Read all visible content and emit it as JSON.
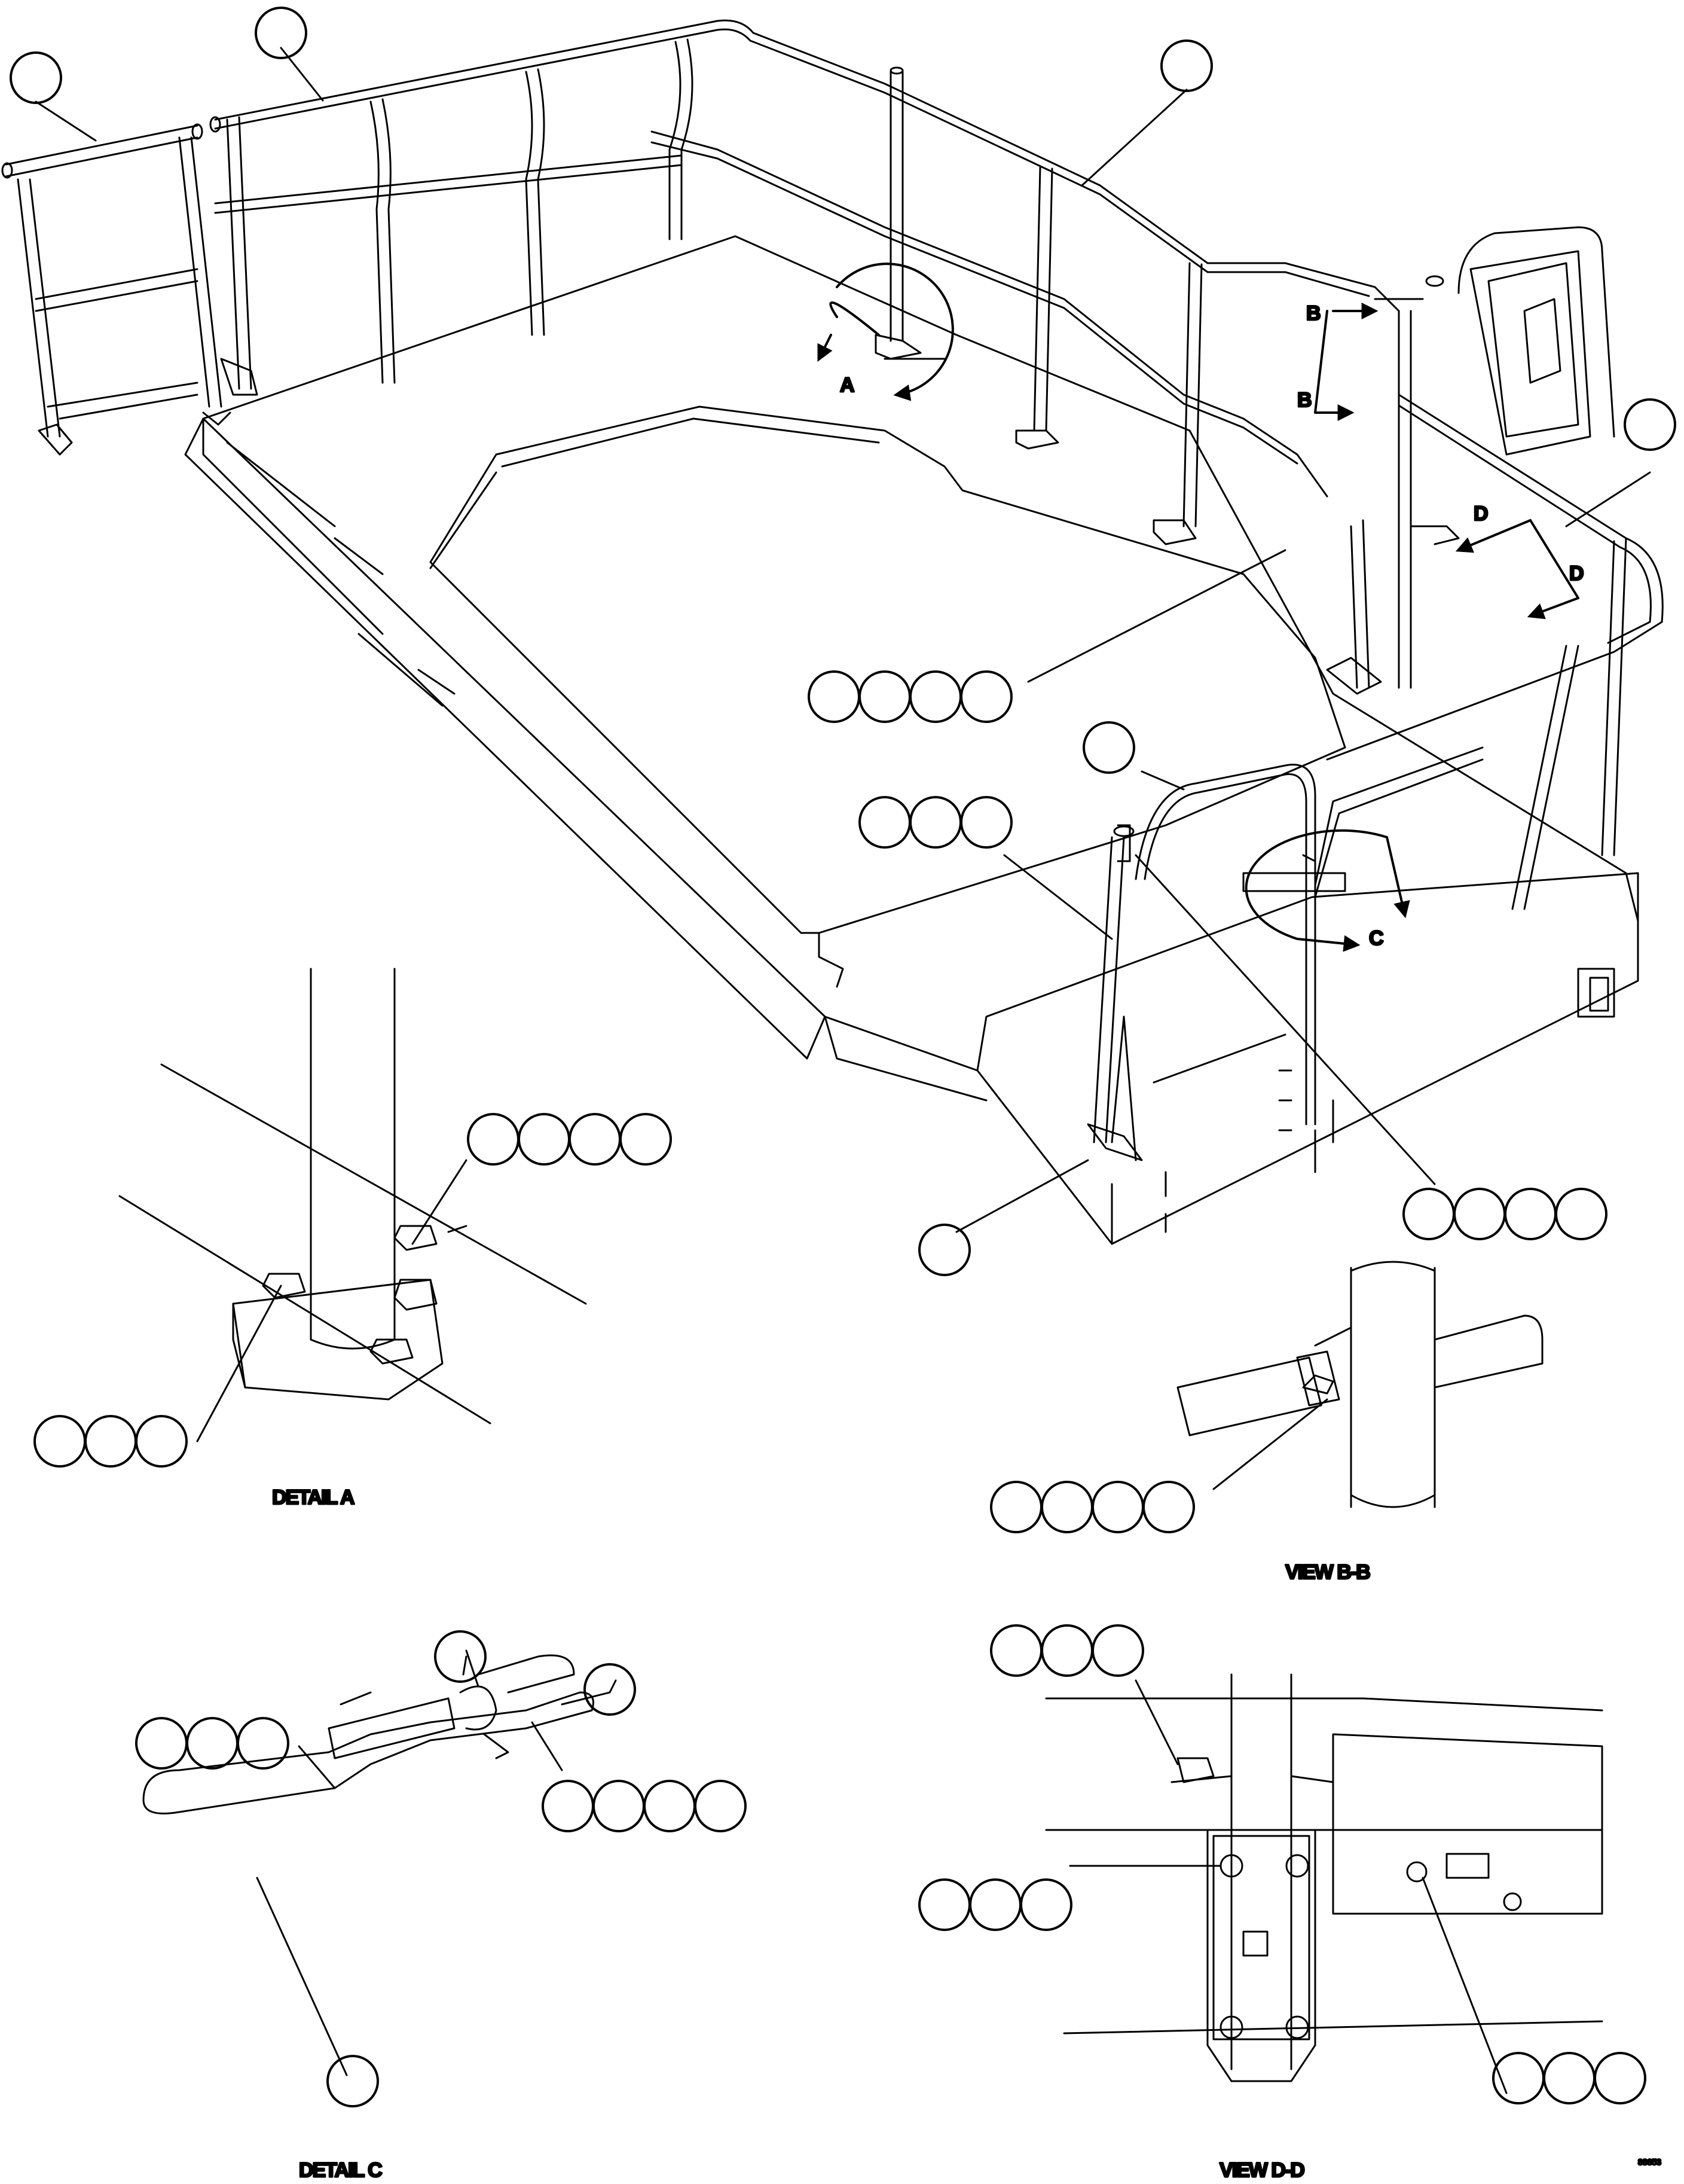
{
  "colors": {
    "line": "#000000",
    "paper": "#ffffff",
    "part_fill": "#ffffff"
  },
  "section_letters": {
    "view_a": "A",
    "view_b_top": "B",
    "view_b_bottom": "B",
    "view_c": "C",
    "view_d_top": "D",
    "view_d_bottom": "D"
  },
  "captions": {
    "detail_a": "DETAIL A",
    "view_bb": "VIEW B-B",
    "detail_c": "DETAIL C",
    "view_dd": "VIEW D-D"
  },
  "figure_id": "88853"
}
